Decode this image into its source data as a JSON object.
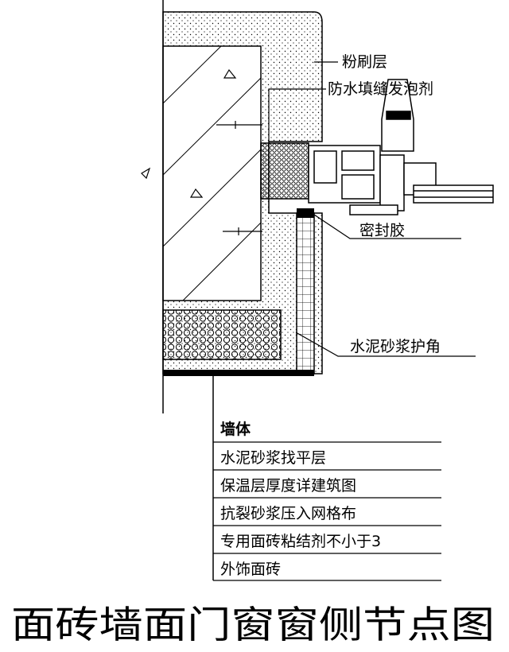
{
  "callouts": {
    "plaster": "粉刷层",
    "waterproof_foam": "防水填缝发泡剂",
    "sealant": "密封胶",
    "mortar_corner": "水泥砂浆护角"
  },
  "legend": [
    "墙体",
    "水泥砂浆找平层",
    "保温层厚度详建筑图",
    "抗裂砂浆压入网格布",
    "专用面砖粘结剂不小于3",
    "外饰面砖"
  ],
  "title": "面砖墙面门窗窗侧节点图",
  "colors": {
    "ink": "#000000",
    "paper": "#ffffff"
  }
}
